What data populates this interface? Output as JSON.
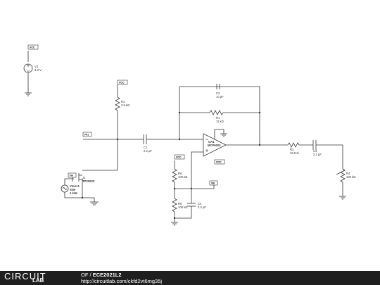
{
  "labels": {
    "vcc": "VCC",
    "vf1": "VF1",
    "vin": "Vin",
    "vb": "VB",
    "v2_name": "V2",
    "v2_val": "3.3 V",
    "r3_name": "R3",
    "r3_val": "3.9 kΩ",
    "c2_name": "C2",
    "c2_val": "10 pF",
    "r1_name": "R1",
    "r1_val": "11 kΩ",
    "c1_name": "C1",
    "c1_val": "2.2 µF",
    "oa_name": "OA1",
    "oa_model": "MCP6002",
    "r2_name": "R2",
    "r2_val": "49.9 Ω",
    "c3_name": "C3",
    "c3_val": "2.2 µF",
    "r4_name": "R4",
    "r4_val": "100 kΩ",
    "r6_name": "R6",
    "r6_val": "100 kΩ",
    "r5_name": "R5",
    "r5_val": "100 kΩ",
    "c4_name": "C4",
    "c4_val": "2.2 µF",
    "j1_name": "J1",
    "j1_model": "TP2023C",
    "vs_name": "Vmicr1",
    "vs_type": "sine",
    "vs_freq": "1 kHz"
  },
  "footer": {
    "logo_top": "CIRCUIT",
    "logo_bottom": "LAB",
    "owner": "OF",
    "separator": " / ",
    "title": "ECE2021L2",
    "url": "http://circuitlab.com/ckfd2vt6mg35j"
  }
}
